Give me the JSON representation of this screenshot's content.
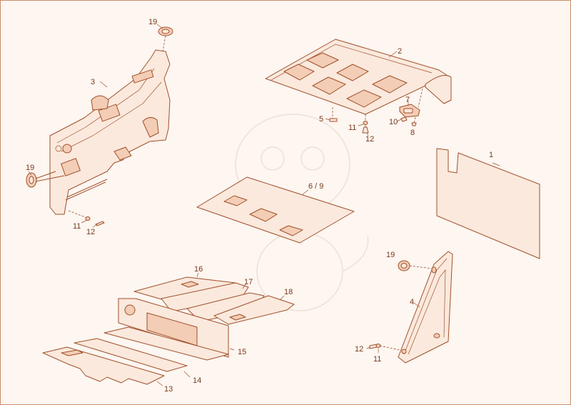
{
  "callouts": {
    "c1": "1",
    "c2": "2",
    "c3": "3",
    "c4": "4",
    "c5": "5",
    "c6_9": "6 / 9",
    "c7": "7",
    "c8": "8",
    "c10": "10",
    "c11_a": "11",
    "c12_a": "12",
    "c11_b": "11",
    "c12_b": "12",
    "c11_c": "11",
    "c12_c": "12",
    "c13": "13",
    "c14": "14",
    "c15": "15",
    "c16": "16",
    "c17": "17",
    "c18": "18",
    "c19_a": "19",
    "c19_b": "19",
    "c19_c": "19"
  },
  "colors": {
    "line": "#a0502a",
    "fill": "#fbe9dd",
    "background": "#fdf6f1"
  }
}
